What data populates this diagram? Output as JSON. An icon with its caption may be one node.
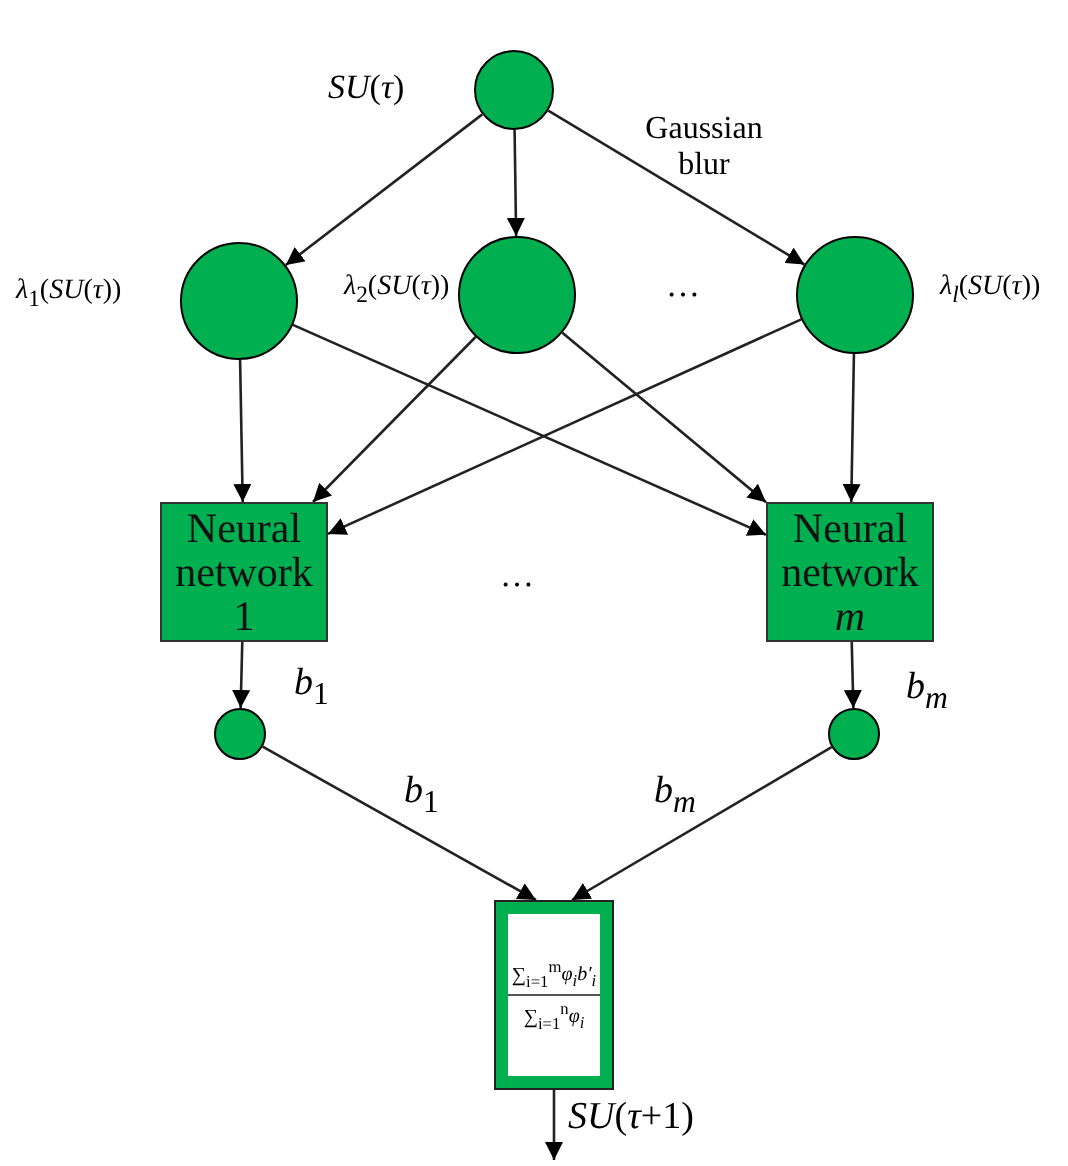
{
  "diagram": {
    "nodes": [
      {
        "text": [],
        "shape": "circle",
        "beside": [
          "*SU*(*τ*)"
        ]
      },
      {
        "text": [],
        "shape": "circle",
        "beside": [
          "*λ*$_{1}$(*SU*(*τ*))"
        ]
      },
      {
        "text": [],
        "shape": "circle",
        "beside": [
          "*λ*$_{2}$(*SU*(*τ*))"
        ]
      },
      {
        "text": [],
        "shape": "circle",
        "beside": [
          "*λ$_{l}$*(*SU*(*τ*))"
        ]
      },
      {
        "text": [
          "Neural network 1"
        ]
      },
      {
        "text": [
          "Neural network *m*"
        ]
      },
      {
        "text": [],
        "shape": "circle"
      },
      {
        "text": [],
        "shape": "circle"
      },
      {
        "text": [
          "∑$_{i=1}$$^{m}$*φ$_{i}$b′$_{i}$*",
          "∑$_{i=1}$$^{n}$*φ$_{i}$*"
        ]
      }
    ],
    "edges": [
      {
        "from": 0,
        "to": 1,
        "arrow": "to"
      },
      {
        "from": 0,
        "to": 2,
        "arrow": "to"
      },
      {
        "from": 0,
        "to": 3,
        "arrow": "to"
      },
      {
        "from": 1,
        "to": 4,
        "arrow": "to"
      },
      {
        "from": 1,
        "to": 5,
        "arrow": "to"
      },
      {
        "from": 2,
        "to": 4,
        "arrow": "to"
      },
      {
        "from": 2,
        "to": 5,
        "arrow": "to"
      },
      {
        "from": 3,
        "to": 4,
        "arrow": "to"
      },
      {
        "from": 3,
        "to": 5,
        "arrow": "to"
      },
      {
        "from": 4,
        "to": 6,
        "arrow": "to",
        "label": "*b*$_{1}$"
      },
      {
        "from": 5,
        "to": 7,
        "arrow": "to",
        "label": "*b$_{m}$*"
      },
      {
        "from": 6,
        "to": 8,
        "arrow": "to",
        "label": "*b*$_{1}$"
      },
      {
        "from": 7,
        "to": 8,
        "arrow": "to",
        "label": "*b$_{m}$*"
      },
      {
        "from": 8,
        "to": null,
        "arrow": "to",
        "label": "*SU*(*τ*+1)"
      }
    ],
    "labels": [
      "Gaussian blur",
      "…",
      "…"
    ]
  }
}
